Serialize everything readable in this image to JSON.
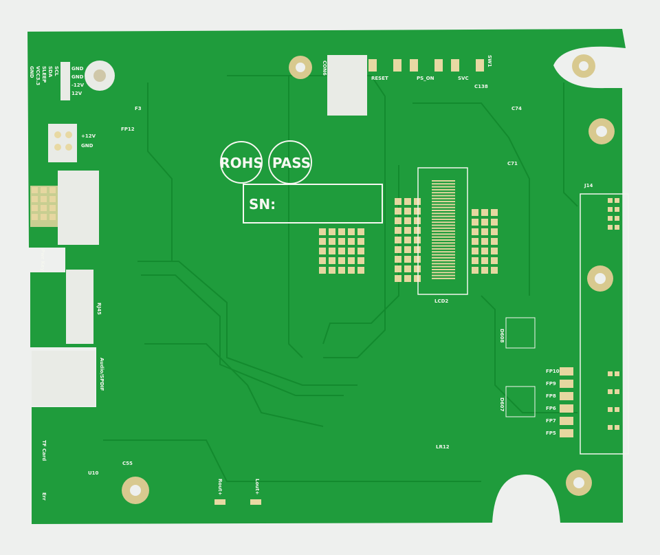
{
  "board": {
    "color": "#1f9c3c",
    "trace_color": "#148a2f",
    "pad_color": "#e6d7a0",
    "silkscreen_color": "#f4f6ef"
  },
  "marks": {
    "rohs": "ROHS",
    "pass": "PASS",
    "sn": "SN:"
  },
  "labels": {
    "scl": "SCL",
    "sda": "SDA",
    "sleep": "SLEEP",
    "vcc": "VCC3.3",
    "gnd1": "GND",
    "hdr_gnd1": "GND",
    "hdr_gnd2": "GND",
    "hdr_m12v": "-12V",
    "hdr_12v": "12V",
    "p12v": "+12V",
    "pgnd": "GND",
    "fp12": "FP12",
    "f3": "F3",
    "con6": "CON6",
    "reset": "RESET",
    "ps_on": "PS_ON",
    "svc": "SVC",
    "sw1": "SW1",
    "c138": "C138",
    "c74": "C74",
    "c71": "C71",
    "rj45": "RJ45",
    "pwr_key": "Pwr Key",
    "audio": "Audio/SPDIF",
    "tf_card": "TF Card",
    "err": "Err",
    "lcd2": "LCD2",
    "j14": "J14",
    "d608": "D608",
    "d607": "D607",
    "fp10": "FP10",
    "fp9": "FP9",
    "fp8": "FP8",
    "fp7": "FP7",
    "fp6": "FP6",
    "fp5": "FP5",
    "rout": "Rout+",
    "lout": "Lout+",
    "lr12": "LR12",
    "c55": "C55",
    "u10": "U10"
  }
}
